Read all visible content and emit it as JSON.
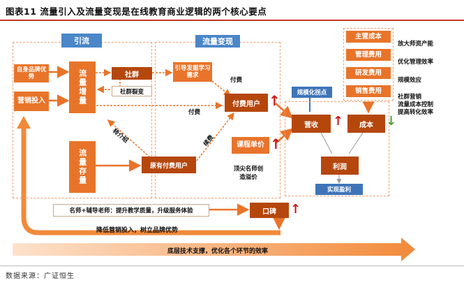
{
  "title": "图表11 流量引入及流量变现是在线教育商业逻辑的两个核心要点",
  "source": "数据来源：广证恒生",
  "sections": {
    "traffic_in": "引流",
    "traffic_monetize": "流量变现"
  },
  "boxes": {
    "brand": "自身品牌优势",
    "marketing": "营销投入",
    "traffic_increase": "流量增量",
    "community": "社群",
    "community_split": "社群裂变",
    "traffic_stock": "流量存量",
    "guide": "引导发掘学习需求",
    "paying_users": "付费用户",
    "unit_price": "课程单价",
    "existing_users": "原有付费用户",
    "top_teachers": "顶尖名师创造溢价",
    "revenue": "营收",
    "cost": "成本",
    "profit": "利润",
    "realize_profit": "实现盈利",
    "scale_point": "规模化拐点",
    "reputation": "口碑"
  },
  "costs": [
    {
      "label": "主营成本",
      "note": "放大师资产能"
    },
    {
      "label": "管理费用",
      "note": "优化管理效率"
    },
    {
      "label": "研发费用",
      "note": "规模效应"
    },
    {
      "label": "销售费用",
      "note": "社群营销\n流量成本控制\n提高转化效率"
    }
  ],
  "labels": {
    "pay1": "付费",
    "pay2": "付费",
    "referral": "转介绍",
    "renew": "续费",
    "teacher_quality": "名师+辅导老师：提升教学质量，升级服务体验",
    "lower_marketing": "降低营销投入，树立品牌优势",
    "tech_support": "底层技术支撑，优化各个环节的效率"
  },
  "colors": {
    "orange": "#e8742a",
    "brown": "#b5470d",
    "blue": "#4a86c8",
    "dash": "#f0a070",
    "red": "#d01818",
    "green": "#5aa02c"
  }
}
